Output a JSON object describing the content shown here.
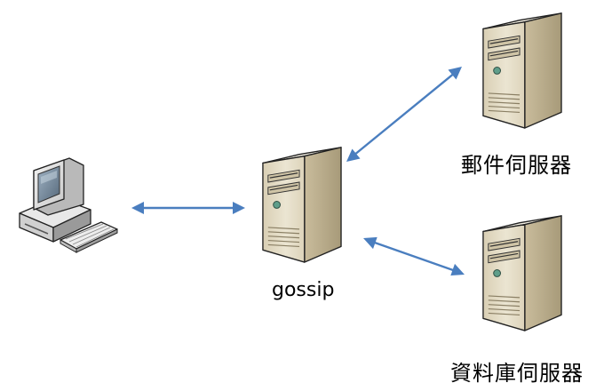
{
  "nodes": {
    "client": {
      "icon": "desktop-computer-icon"
    },
    "gossip": {
      "icon": "server-tower-icon",
      "label": "gossip"
    },
    "mail_server": {
      "icon": "server-tower-icon",
      "label": "郵件伺服器"
    },
    "db_server": {
      "icon": "server-tower-icon",
      "label": "資料庫伺服器"
    }
  },
  "connections": [
    {
      "from": "client",
      "to": "gossip",
      "direction": "bidirectional"
    },
    {
      "from": "gossip",
      "to": "mail_server",
      "direction": "bidirectional"
    },
    {
      "from": "gossip",
      "to": "db_server",
      "direction": "bidirectional"
    }
  ],
  "colors": {
    "arrow": "#4a7ebf",
    "server_front": "#e4dcc6",
    "server_side": "#b8ab8c",
    "server_top": "#f3efe3",
    "led": "#5f9e8a"
  }
}
